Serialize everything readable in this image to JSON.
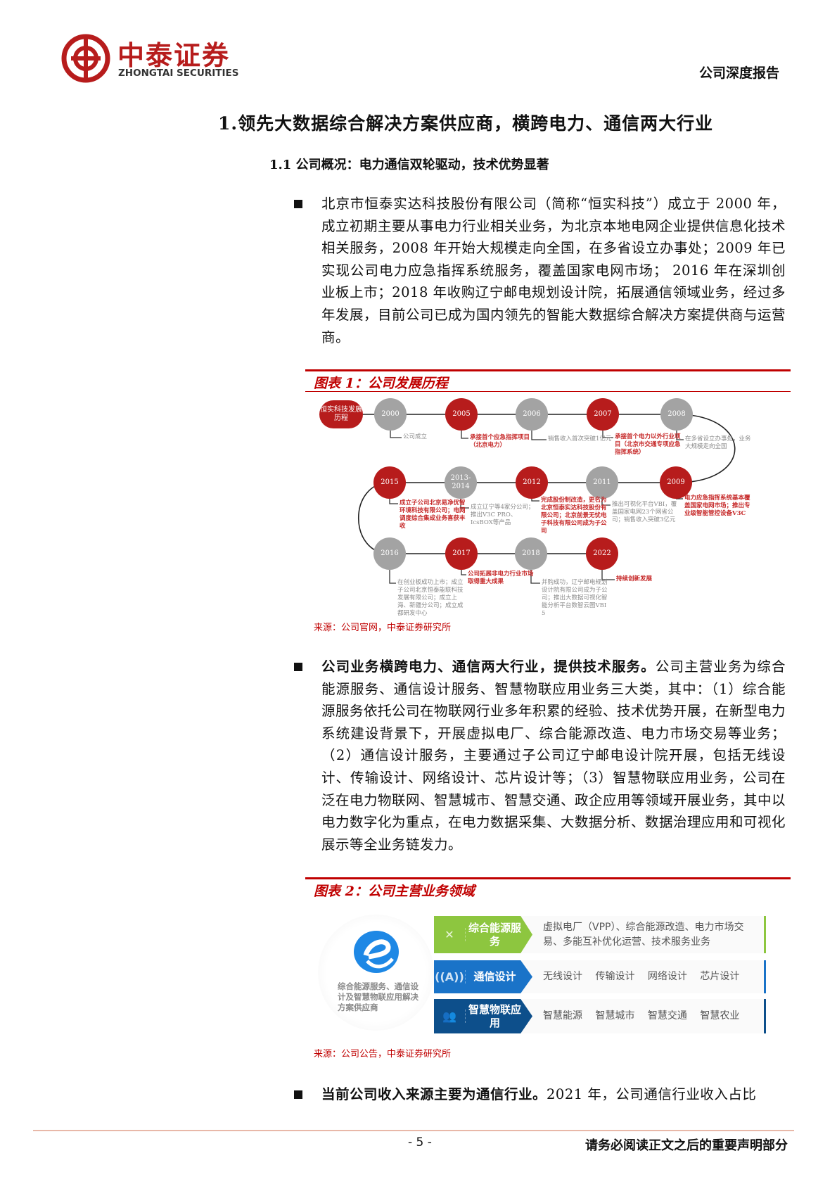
{
  "header": {
    "logo_cn": "中泰证券",
    "logo_en": "ZHONGTAI SECURITIES",
    "report_type": "公司深度报告"
  },
  "section": {
    "title": "1.领先大数据综合解决方案供应商，横跨电力、通信两大行业",
    "subtitle": "1.1 公司概况：电力通信双轮驱动，技术优势显著"
  },
  "paragraphs": [
    {
      "bold": "",
      "text": "北京市恒泰实达科技股份有限公司（简称“恒实科技”）成立于 2000 年，成立初期主要从事电力行业相关业务，为北京本地电网企业提供信息化技术相关服务，2008 年开始大规模走向全国，在多省设立办事处；2009 年已实现公司电力应急指挥系统服务，覆盖国家电网市场； 2016 年在深圳创业板上市；2018 年收购辽宁邮电规划设计院，拓展通信领域业务，经过多年发展，目前公司已成为国内领先的智能大数据综合解决方案提供商与运营商。"
    },
    {
      "bold": "公司业务横跨电力、通信两大行业，提供技术服务。",
      "text": "公司主营业务为综合能源服务、通信设计服务、智慧物联应用业务三大类，其中：（1）综合能源服务依托公司在物联网行业多年积累的经验、技术优势开展，在新型电力系统建设背景下，开展虚拟电厂、综合能源改造、电力市场交易等业务；（2）通信设计服务，主要通过子公司辽宁邮电设计院开展，包括无线设计、传输设计、网络设计、芯片设计等；（3）智慧物联应用业务，公司在泛在电力物联网、智慧城市、智慧交通、政企应用等领域开展业务，其中以电力数字化为重点，在电力数据采集、大数据分析、数据治理应用和可视化展示等全业务链发力。"
    },
    {
      "bold": "当前公司收入来源主要为通信行业。",
      "text": "2021 年，公司通信行业收入占比"
    }
  ],
  "figure1": {
    "title": "图表 1：公司发展历程",
    "source": "来源：公司官网，中泰证券研究所",
    "start_label": "恒实科技发展历程",
    "events": [
      {
        "year": "2000",
        "color": "gray",
        "note": "公司成立"
      },
      {
        "year": "2005",
        "color": "red",
        "note": "承接首个应急指挥项目（北京电力）"
      },
      {
        "year": "2006",
        "color": "gray",
        "note": "销售收入首次突破1亿元"
      },
      {
        "year": "2007",
        "color": "red",
        "note": "承接首个电力以外行业项目（北京市交通专项应急指挥系统）"
      },
      {
        "year": "2008",
        "color": "gray",
        "note": "在多省设立办事处，业务大规模走向全国"
      },
      {
        "year": "2009",
        "color": "red",
        "note": "电力应急指挥系统基本覆盖国家电网市场；推出专业级智能管控设备V3C"
      },
      {
        "year": "2011",
        "color": "gray",
        "note": "推出可视化平台VBI，覆盖国家电网23个网省公司；销售收入突破3亿元"
      },
      {
        "year": "2012",
        "color": "red",
        "note": "完成股份制改造，更名为北京恒泰实达科技股份有限公司；北京前景无忧电子科技有限公司成为子公司"
      },
      {
        "year": "2013-2014",
        "color": "gray",
        "note": "成立辽宁等4家分公司；推出V3C PRO、IcsBOX等产品"
      },
      {
        "year": "2015",
        "color": "red",
        "note": "成立子公司北京易净优智环境科技有限公司；电网调度综合集成业务喜获丰收"
      },
      {
        "year": "2016",
        "color": "gray",
        "note": "在创业板成功上市；成立子公司北京恒泰能联科技发展有限公司；成立上海、新疆分公司；成立成都研发中心"
      },
      {
        "year": "2017",
        "color": "red",
        "note": "公司拓展非电力行业市场取得重大成果"
      },
      {
        "year": "2018",
        "color": "gray",
        "note": "并购成功，辽宁邮电规划设计院有限公司成为子公司；推出大数据可视化智能分析平台数智云图VBI 5"
      },
      {
        "year": "2022",
        "color": "red",
        "note": "持续创新发展"
      }
    ]
  },
  "figure2": {
    "title": "图表 2：公司主营业务领域",
    "source": "来源：公司公告，中泰证券研究所",
    "center_text": "综合能源服务、通信设计及智慧物联应用解决方案供应商",
    "rows": [
      {
        "label": "综合能源服务",
        "icon": "network-icon",
        "color": "#8dc63f",
        "items": "虚拟电厂（VPP）、综合能源改造、电力市场交易、多能互补优化运营、技术服务业务"
      },
      {
        "label": "通信设计",
        "icon": "antenna-icon",
        "color": "#1a73c8",
        "items": "无线设计 传输设计 网络设计 芯片设计"
      },
      {
        "label": "智慧物联应用",
        "icon": "people-icon",
        "color": "#0d4f8b",
        "items": "智慧能源 智慧城市 智慧交通 智慧农业"
      }
    ]
  },
  "footer": {
    "page": "- 5 -",
    "disclaimer": "请务必阅读正文之后的重要声明部分"
  },
  "colors": {
    "brand_red": "#c00000",
    "gray_node": "#a3a3a3"
  }
}
